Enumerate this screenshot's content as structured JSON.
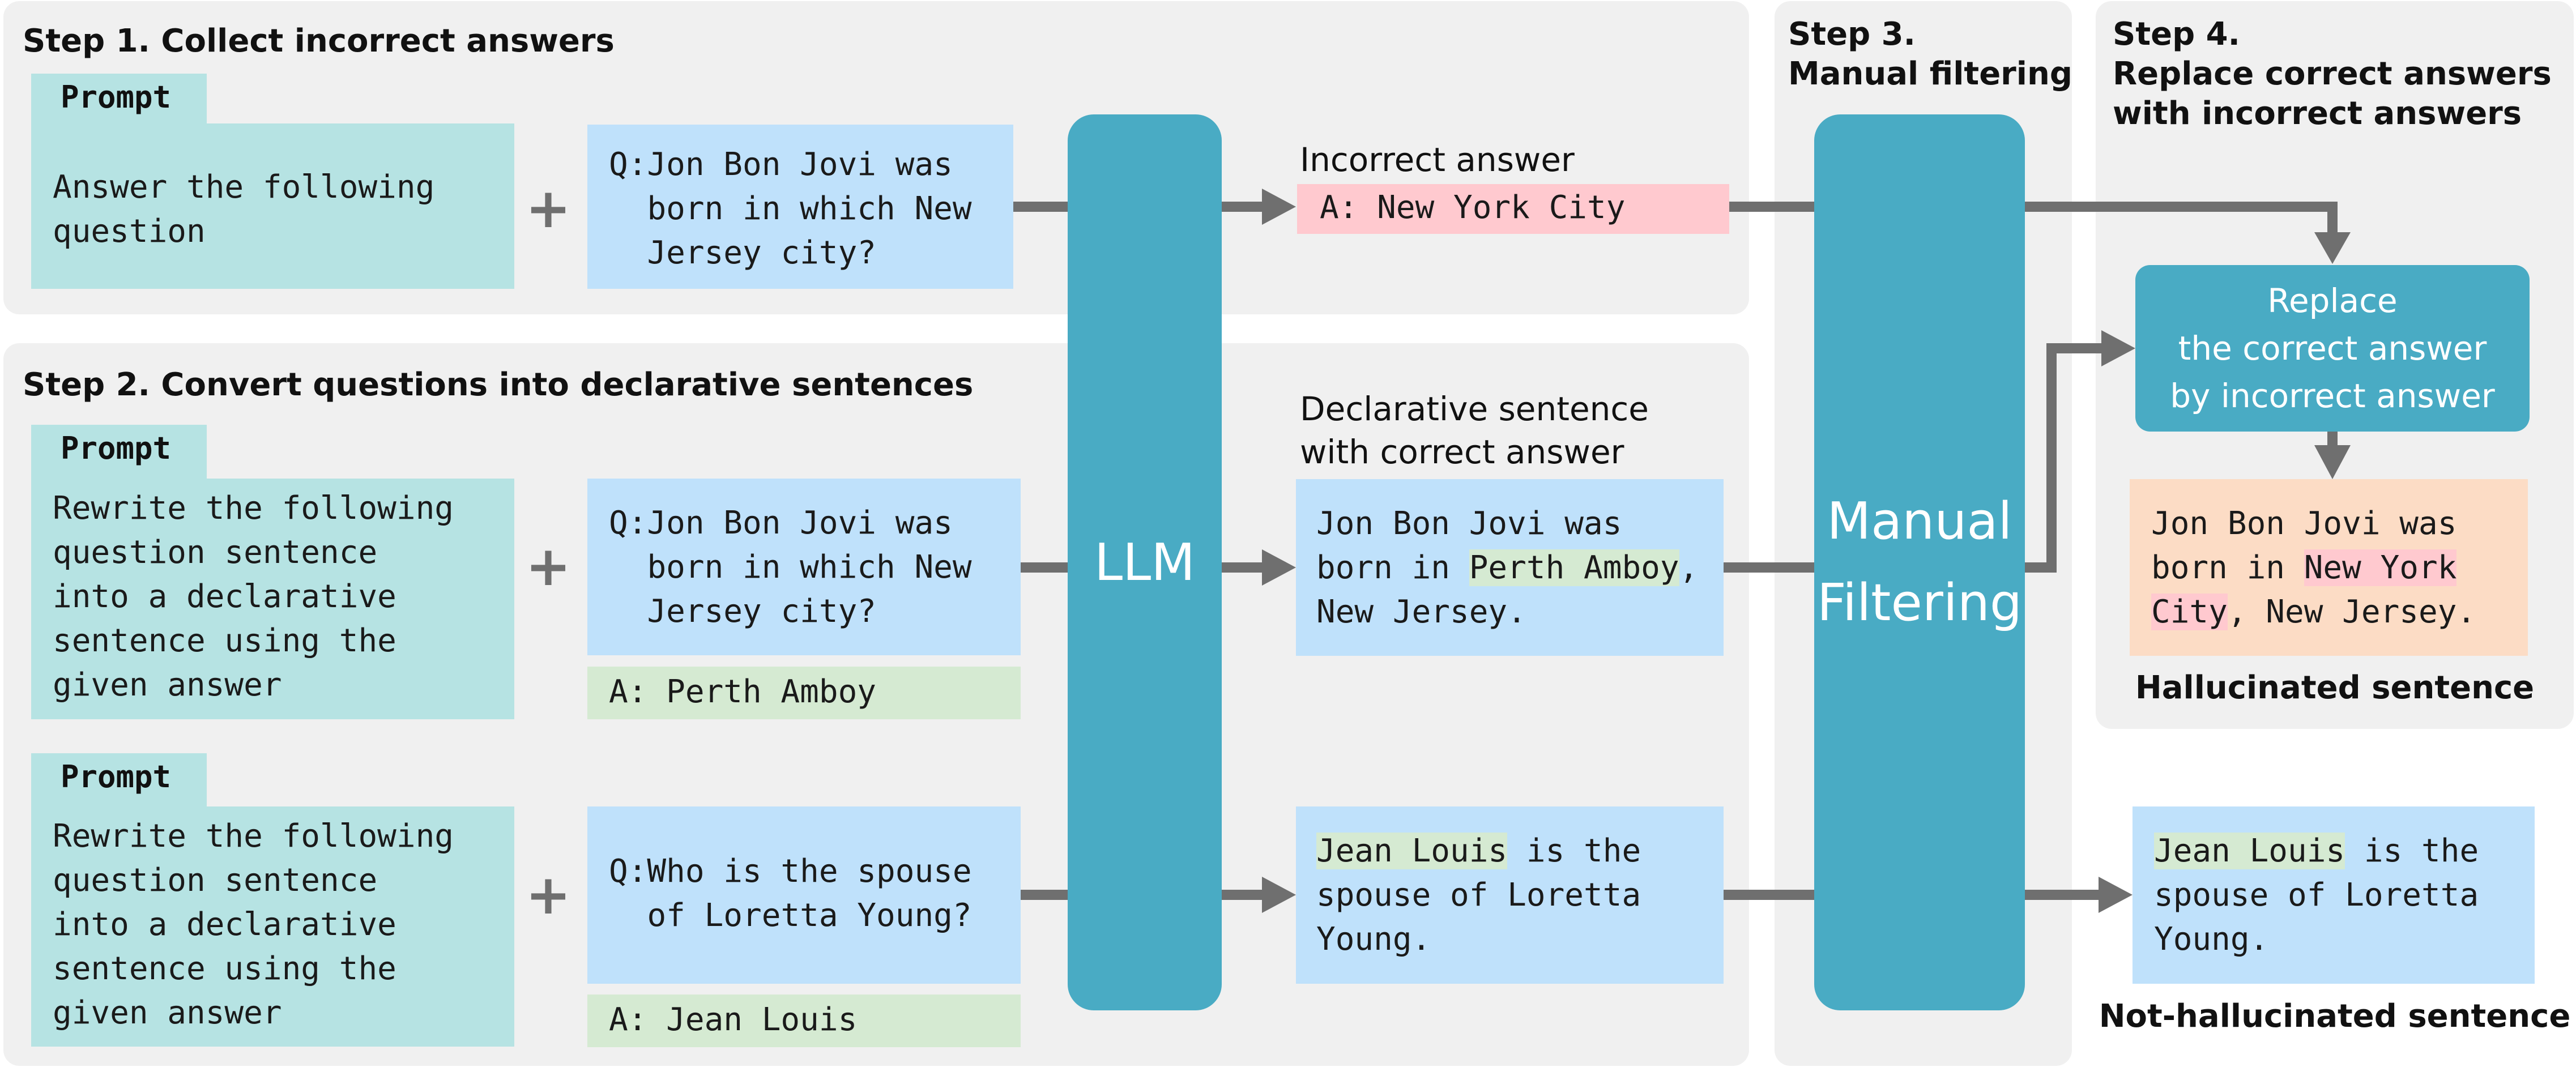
{
  "steps": {
    "step1_title": "Step 1. Collect incorrect answers",
    "step2_title": "Step 2. Convert questions into declarative sentences",
    "step3_title": "Step 3.\nManual filtering",
    "step4_title": "Step 4.\nReplace correct answers\nwith incorrect answers"
  },
  "prompt_tab_label": "Prompt",
  "row1": {
    "prompt": "Answer the following\nquestion",
    "question": "Q:Jon Bon Jovi was\n  born in which New\n  Jersey city?",
    "output_label": "Incorrect answer",
    "output": "A: New York City"
  },
  "row2": {
    "prompt": "Rewrite the following\nquestion sentence\ninto a declarative\nsentence using the\ngiven answer",
    "question": "Q:Jon Bon Jovi was\n  born in which New\n  Jersey city?",
    "answer": "A: Perth Amboy",
    "output_label": "Declarative sentence\nwith correct answer",
    "output_part1": "Jon Bon Jovi was\nborn in ",
    "output_highlight": "Perth Amboy",
    "output_part2": ",\nNew Jersey."
  },
  "row3": {
    "prompt": "Rewrite the following\nquestion sentence\ninto a declarative\nsentence using the\ngiven answer",
    "question": "Q:Who is the spouse\n  of Loretta Young?",
    "answer": "A: Jean Louis",
    "output_highlight": "Jean Louis",
    "output_rest": " is the\nspouse of Loretta\nYoung."
  },
  "llm_label": "LLM",
  "filter_label": "Manual\nFiltering",
  "replace_label": "Replace\nthe correct answer\nby incorrect answer",
  "hallucinated": {
    "part1": "Jon Bon Jovi was\nborn in ",
    "highlight": "New York\nCity",
    "part2": ", New Jersey.",
    "caption": "Hallucinated sentence"
  },
  "not_hallucinated": {
    "highlight": "Jean Louis",
    "rest": " is the\nspouse of Loretta\nYoung.",
    "caption": "Not-hallucinated sentence"
  },
  "colors": {
    "prompt_teal": "#b6e3e3",
    "question_blue": "#bfe1fb",
    "answer_green": "#d5ead2",
    "incorrect_pink": "#ffc9cf",
    "result_peach": "#fcdcc5",
    "block_teal": "#49abc4",
    "arrow_gray": "#6f6f6f",
    "panel_gray": "#f0f0f0"
  }
}
